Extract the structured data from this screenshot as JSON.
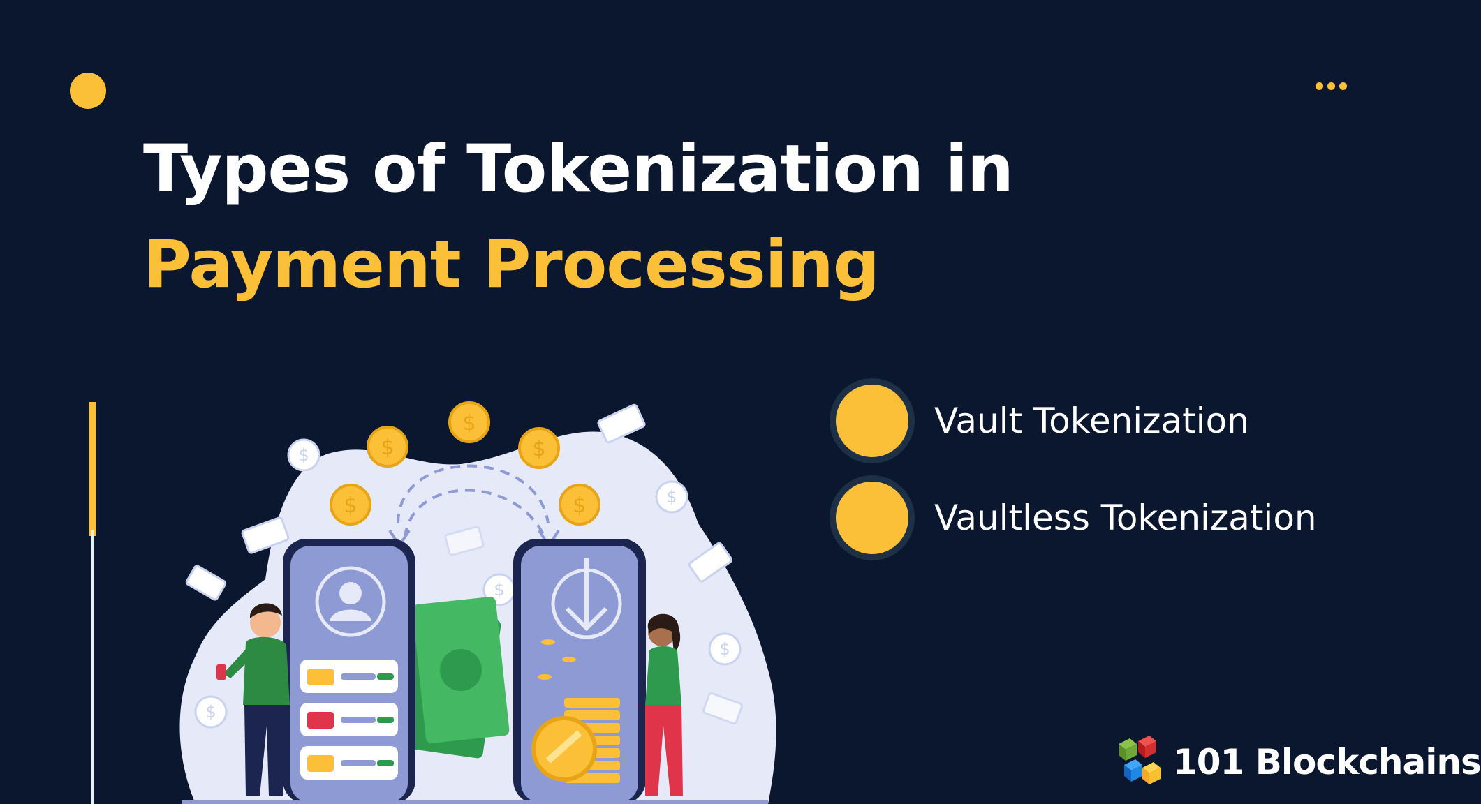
{
  "title": {
    "line1": "Types of Tokenization in",
    "line2": "Payment Processing"
  },
  "list": [
    {
      "label": "Vault Tokenization"
    },
    {
      "label": "Vaultless Tokenization"
    }
  ],
  "illustration": {
    "currency_symbol": "$"
  },
  "logo": {
    "text": "101 Blockchains"
  },
  "colors": {
    "background": "#0a172f",
    "accent": "#fcbf38",
    "text": "#ffffff"
  }
}
